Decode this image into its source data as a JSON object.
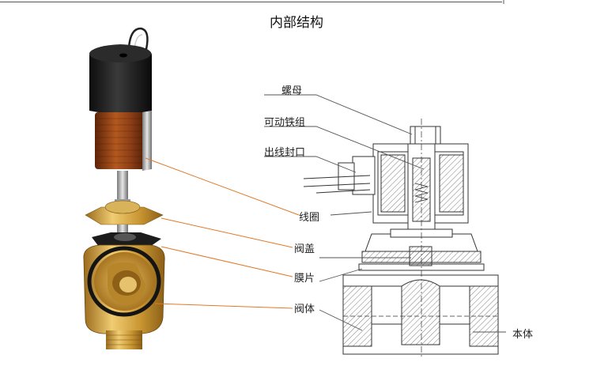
{
  "title": "内部结构",
  "callouts": {
    "nut": "螺母",
    "plunger": "可动铁组",
    "wire_seal": "出线封口",
    "coil": "线圈",
    "bonnet": "阀盖",
    "diaphragm": "膜片",
    "valve_body": "阀体",
    "body": "本体"
  },
  "colors": {
    "leader_orange": "#e07a28",
    "leader_gray": "#555555",
    "coil_copper": "#8a3d16",
    "cap_black": "#1e1e1e",
    "brass": "#d4a94a"
  }
}
